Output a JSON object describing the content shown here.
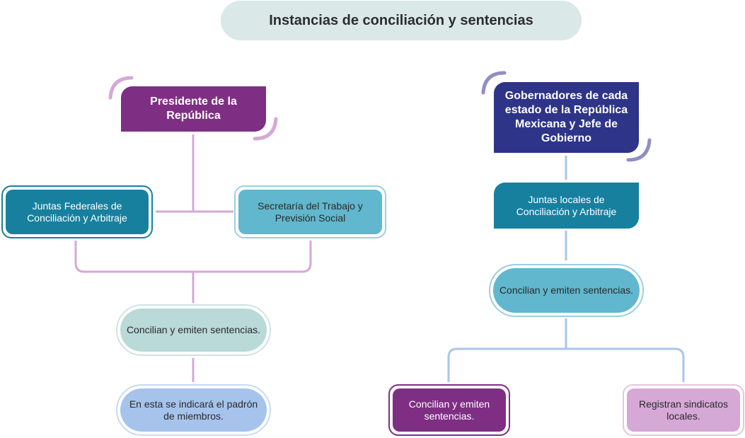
{
  "title": "Instancias de conciliación y sentencias",
  "left": {
    "president": "Presidente de la República",
    "juntas_federales": "Juntas Federales de Conciliación y Arbitraje",
    "secretaria": "Secretaría del Trabajo y Previsión Social",
    "concilian": "Concilian y emiten sentencias.",
    "padron": "En esta se indicará el padrón de miembros."
  },
  "right": {
    "gobernadores": "Gobernadores de cada estado de la República Mexicana y Jefe de Gobierno",
    "juntas_locales": "Juntas locales de Conciliación y Arbitraje",
    "concilian": "Concilian y emiten sentencias.",
    "concilian_2": "Concilian y emiten sentencias.",
    "registran": "Registran sindicatos locales."
  },
  "colors": {
    "purple": "#7e2f83",
    "navy": "#2e3488",
    "teal": "#17809e",
    "light_teal": "#61b7cd",
    "grey_teal": "#bad9d9",
    "light_blue": "#a6c3ec",
    "lilac": "#d6a8d6",
    "line_pink": "#d3a9d7",
    "line_blue": "#a9c6ea"
  }
}
